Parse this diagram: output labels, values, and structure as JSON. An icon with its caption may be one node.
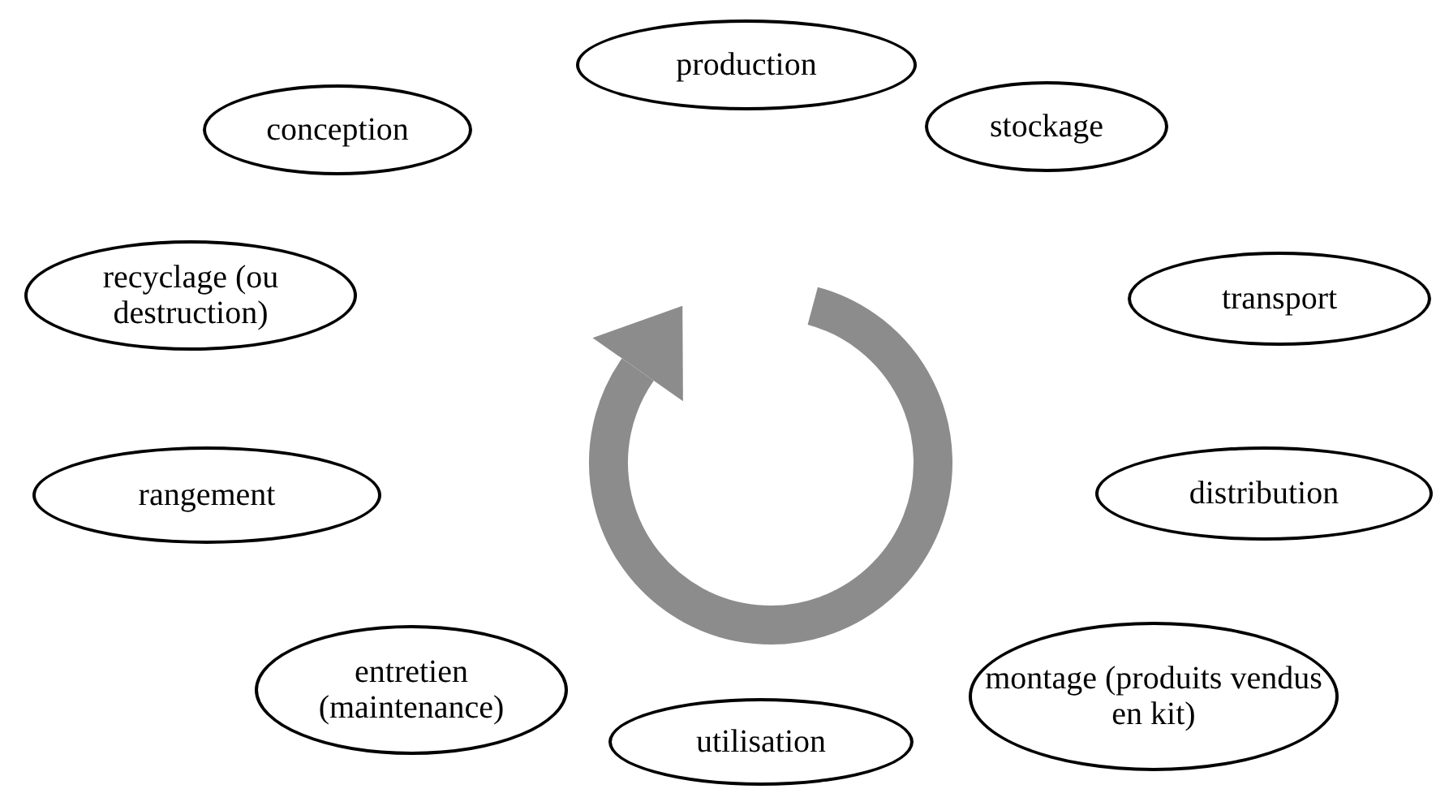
{
  "diagram": {
    "nodes": [
      {
        "text": [
          "conception"
        ]
      },
      {
        "text": [
          "production"
        ]
      },
      {
        "text": [
          "stockage"
        ]
      },
      {
        "text": [
          "transport"
        ]
      },
      {
        "text": [
          "distribution"
        ]
      },
      {
        "text": [
          "montage (produits vendus en kit)"
        ]
      },
      {
        "text": [
          "utilisation"
        ]
      },
      {
        "text": [
          "entretien (maintenance)"
        ]
      },
      {
        "text": [
          "rangement"
        ]
      },
      {
        "text": [
          "recyclage (ou destruction)"
        ]
      }
    ]
  }
}
